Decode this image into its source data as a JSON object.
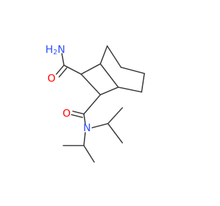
{
  "structure": {
    "atom_labels": {
      "amide_nh2": {
        "main": "H",
        "sub": "2",
        "prefix": "N"
      },
      "amide_o_top": "O",
      "amide_o_bottom": "O",
      "amide_n": "N"
    },
    "colors": {
      "bond": "#3c3c3c",
      "nitrogen": "#3050f8",
      "oxygen": "#ff0d0d"
    }
  }
}
